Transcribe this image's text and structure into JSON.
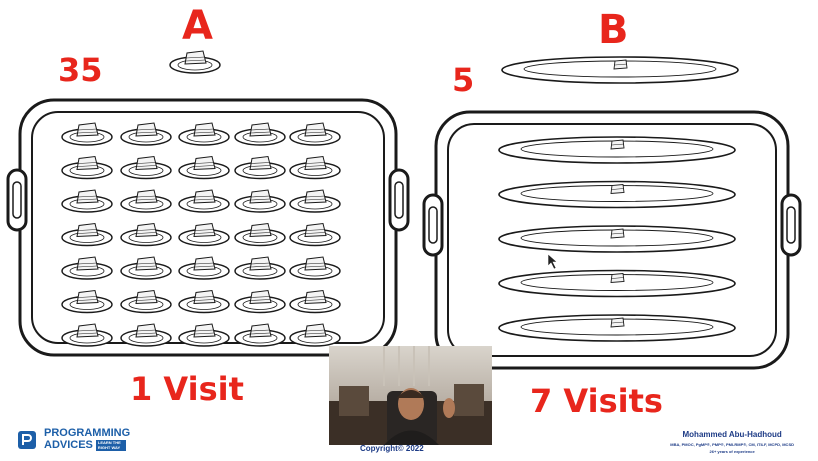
{
  "scenario_a": {
    "letter": "A",
    "count": "35",
    "visits": "1 Visit",
    "plates_on_tray": 35
  },
  "scenario_b": {
    "letter": "B",
    "count": "5",
    "visits": "7 Visits",
    "plates_on_tray": 5
  },
  "footer": {
    "copyright": "Copyright© 2022",
    "brand_line1": "PROGRAMMING",
    "brand_line2": "ADVICES",
    "brand_tagline": "LEARN THE RIGHT WAY",
    "author_name": "Mohammed Abu-Hadhoud",
    "author_credentials": "MBA, PMOC, PgMP®, PMP®, PMI-RMP®, CM, ITILF, MCPD, MCSD",
    "author_experience": "26+ years of experience"
  },
  "colors": {
    "accent": "#e8261c",
    "brand_blue": "#1d5fa8",
    "outline": "#1a1a1a"
  }
}
